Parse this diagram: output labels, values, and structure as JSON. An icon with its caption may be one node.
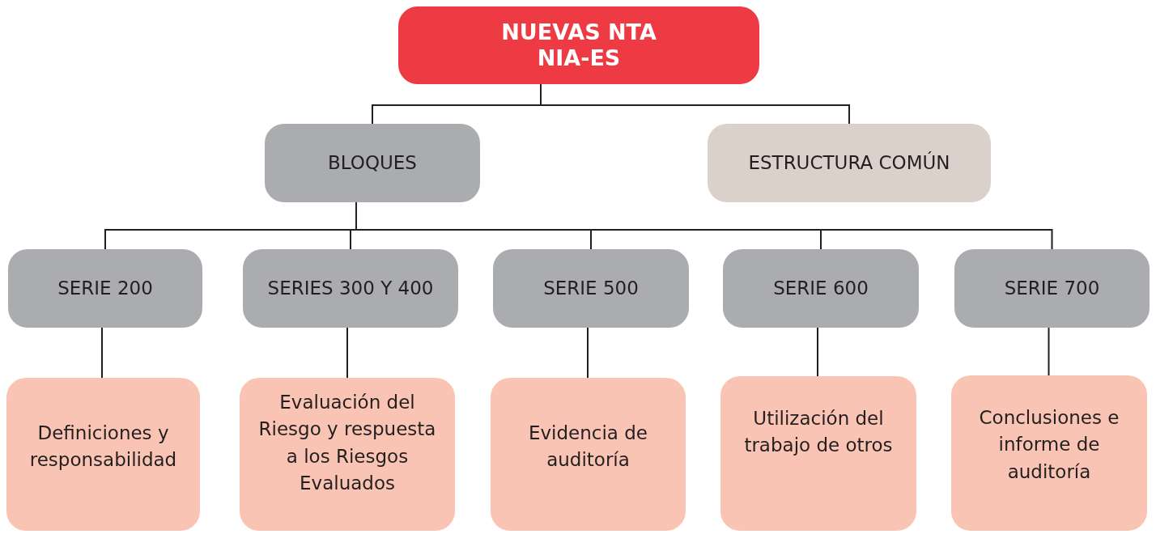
{
  "diagram": {
    "nodes": [
      {
        "text": [
          "NUEVAS NTA NIA-ES"
        ]
      },
      {
        "text": [
          "BLOQUES"
        ]
      },
      {
        "text": [
          "ESTRUCTURA COMÚN"
        ]
      },
      {
        "text": [
          "SERIE 200"
        ]
      },
      {
        "text": [
          "SERIES 300 Y 400"
        ]
      },
      {
        "text": [
          "SERIE 500"
        ]
      },
      {
        "text": [
          "SERIE 600"
        ]
      },
      {
        "text": [
          "SERIE 700"
        ]
      },
      {
        "text": [
          "Definiciones y responsabilidad"
        ]
      },
      {
        "text": [
          "Evaluación del Riesgo y respuesta a los Riesgos Evaluados"
        ]
      },
      {
        "text": [
          "Evidencia de auditoría"
        ]
      },
      {
        "text": [
          "Utilización del trabajo de otros"
        ]
      },
      {
        "text": [
          "Conclusiones e informe de auditoría"
        ]
      }
    ],
    "edges": [
      {
        "from": 0,
        "to": 1,
        "arrow": "none"
      },
      {
        "from": 0,
        "to": 2,
        "arrow": "none"
      },
      {
        "from": 1,
        "to": 3,
        "arrow": "none"
      },
      {
        "from": 1,
        "to": 4,
        "arrow": "none"
      },
      {
        "from": 1,
        "to": 5,
        "arrow": "none"
      },
      {
        "from": 1,
        "to": 6,
        "arrow": "none"
      },
      {
        "from": 1,
        "to": 7,
        "arrow": "none"
      },
      {
        "from": 3,
        "to": 8,
        "arrow": "none"
      },
      {
        "from": 4,
        "to": 9,
        "arrow": "none"
      },
      {
        "from": 5,
        "to": 10,
        "arrow": "none"
      },
      {
        "from": 6,
        "to": 11,
        "arrow": "none"
      },
      {
        "from": 7,
        "to": 12,
        "arrow": "none"
      }
    ]
  }
}
